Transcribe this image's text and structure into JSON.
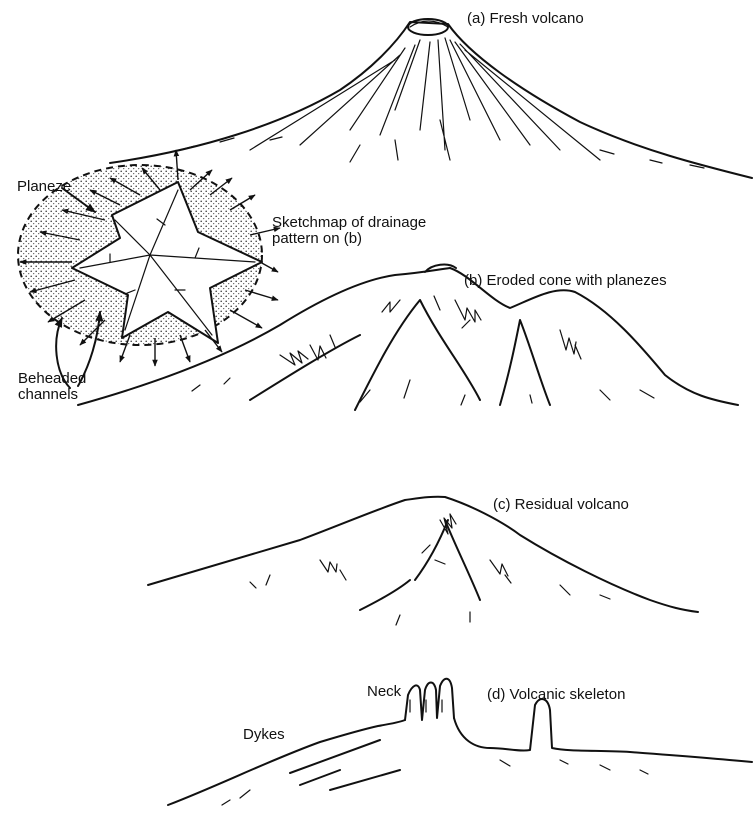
{
  "panels": {
    "a": {
      "label": "(a) Fresh volcano"
    },
    "b": {
      "label": "(b) Eroded cone with planezes"
    },
    "c": {
      "label": "(c) Residual volcano"
    },
    "d": {
      "label": "(d) Volcanic skeleton"
    }
  },
  "sketchmap": {
    "label_line1": "Sketchmap of drainage",
    "label_line2": "pattern on (b)",
    "planeze_label": "Planeze",
    "beheaded_line1": "Beheaded",
    "beheaded_line2": "channels"
  },
  "skeleton": {
    "neck_label": "Neck",
    "dykes_label": "Dykes"
  }
}
